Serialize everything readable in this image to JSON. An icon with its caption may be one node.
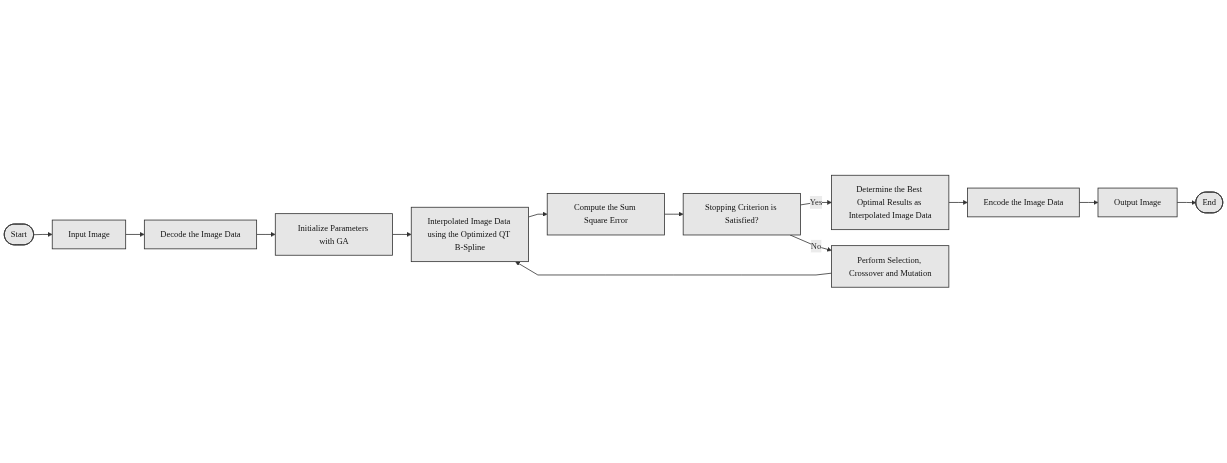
{
  "diagram": {
    "nodes": [
      {
        "text": [
          "Start"
        ]
      },
      {
        "text": [
          "Input Image"
        ]
      },
      {
        "text": [
          "Decode the Image Data"
        ]
      },
      {
        "text": [
          "Initialize Parameters with GA"
        ]
      },
      {
        "text": [
          "Interpolated Image Data using the Optimized QT B-Spline"
        ]
      },
      {
        "text": [
          "Compute the Sum Square Error"
        ]
      },
      {
        "text": [
          "Stopping Criterion is Satisfied?"
        ]
      },
      {
        "text": [
          "Determine the Best Optimal Results as Interpolated Image Data"
        ]
      },
      {
        "text": [
          "Encode the Image Data"
        ]
      },
      {
        "text": [
          "Output Image"
        ]
      },
      {
        "text": [
          "End"
        ]
      },
      {
        "text": [
          "Perform Selection, Crossover and Mutation"
        ]
      }
    ],
    "edges": [
      {
        "from": 0,
        "to": 1,
        "arrow": "to"
      },
      {
        "from": 1,
        "to": 2,
        "arrow": "to"
      },
      {
        "from": 2,
        "to": 3,
        "arrow": "to"
      },
      {
        "from": 3,
        "to": 4,
        "arrow": "to"
      },
      {
        "from": 4,
        "to": 5,
        "arrow": "to"
      },
      {
        "from": 5,
        "to": 6,
        "arrow": "to"
      },
      {
        "from": 6,
        "to": 7,
        "arrow": "to",
        "label": "Yes"
      },
      {
        "from": 7,
        "to": 8,
        "arrow": "to"
      },
      {
        "from": 8,
        "to": 9,
        "arrow": "to"
      },
      {
        "from": 9,
        "to": 10,
        "arrow": "to"
      },
      {
        "from": 6,
        "to": 11,
        "arrow": "to",
        "label": "No"
      },
      {
        "from": 11,
        "to": 4,
        "arrow": "to"
      }
    ]
  }
}
